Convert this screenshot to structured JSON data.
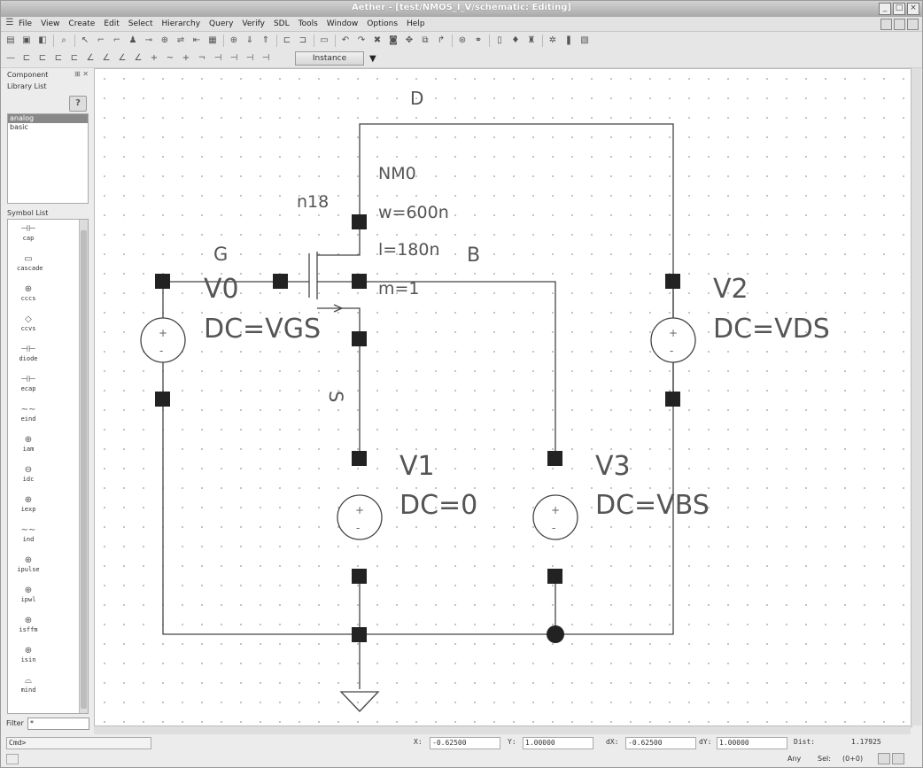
{
  "window": {
    "title": "Aether - [test/NMOS_I_V/schematic: Editing]"
  },
  "menu": [
    "File",
    "View",
    "Create",
    "Edit",
    "Select",
    "Hierarchy",
    "Query",
    "Verify",
    "SDL",
    "Tools",
    "Window",
    "Options",
    "Help"
  ],
  "toolbar": {
    "instance_label": "Instance"
  },
  "panel": {
    "title": "Component",
    "library_list_label": "Library List",
    "libraries": [
      "analog",
      "basic"
    ],
    "symbol_list_label": "Symbol List",
    "symbols": [
      "cap",
      "cascade",
      "cccs",
      "ccvs",
      "diode",
      "ecap",
      "eind",
      "iam",
      "idc",
      "iexp",
      "ind",
      "ipulse",
      "ipwl",
      "isffm",
      "isin",
      "mind"
    ],
    "filter_label": "Filter",
    "filter_value": "*"
  },
  "schematic": {
    "labels": {
      "D": "D",
      "NM0": "NM0",
      "n18": "n18",
      "w": "w=600n",
      "l": "l=180n",
      "B": "B",
      "m": "m=1",
      "G": "G",
      "V0": "V0",
      "V0_dc": "DC=VGS",
      "S": "S",
      "V1": "V1",
      "V1_dc": "DC=0",
      "V2": "V2",
      "V2_dc": "DC=VDS",
      "V3": "V3",
      "V3_dc": "DC=VBS"
    }
  },
  "status": {
    "cmd": "Cmd>",
    "x_label": "X:",
    "x": "-0.62500",
    "y_label": "Y:",
    "y": "1.00000",
    "dx_label": "dX:",
    "dx": "-0.62500",
    "dy_label": "dY:",
    "dy": "1.00000",
    "dist_label": "Dist:",
    "dist": "1.17925",
    "mode": "Any",
    "sel_label": "Sel:",
    "sel": "(0+0)"
  }
}
